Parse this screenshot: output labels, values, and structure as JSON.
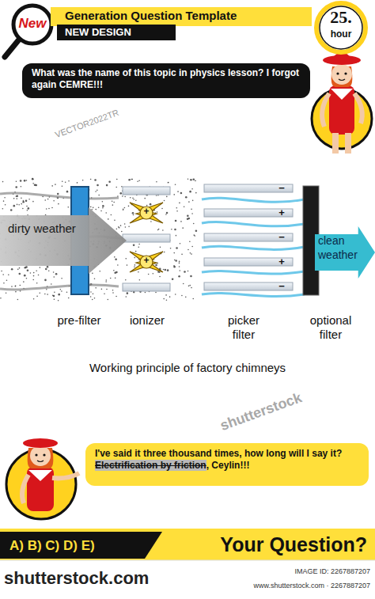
{
  "diagram": {
    "title": "Generation Question Template",
    "caption": "Working principle of factory chimneys",
    "nodes": [
      {
        "text": [
          "New"
        ]
      },
      {
        "text": [
          "Generation Question Template"
        ]
      },
      {
        "text": [
          "NEW DESIGN"
        ]
      },
      {
        "text": [
          "25.",
          "hour"
        ]
      },
      {
        "text": [
          "What was the name of this topic in physics lesson? I forgot again CEMRE!!!"
        ]
      },
      {
        "text": [
          "dirty weather"
        ]
      },
      {
        "text": [
          "clean weather"
        ]
      },
      {
        "text": [
          "I've said it three thousand times, how long will I say it?",
          "Electrification by friction",
          ", Ceylin!!!"
        ]
      },
      {
        "text": [
          "A) B) C) D) E)"
        ]
      },
      {
        "text": [
          "Your Question?"
        ]
      }
    ],
    "labels": [
      "pre-filter",
      "ionizer",
      "picker filter",
      "optional filter",
      "+",
      "+",
      "−",
      "+",
      "−",
      "+",
      "−",
      "VECTOR2022TR",
      "shutterstock",
      "shutterstock.com",
      "IMAGE ID: 2267887207",
      "www.shutterstock.com · 2267887207"
    ]
  }
}
